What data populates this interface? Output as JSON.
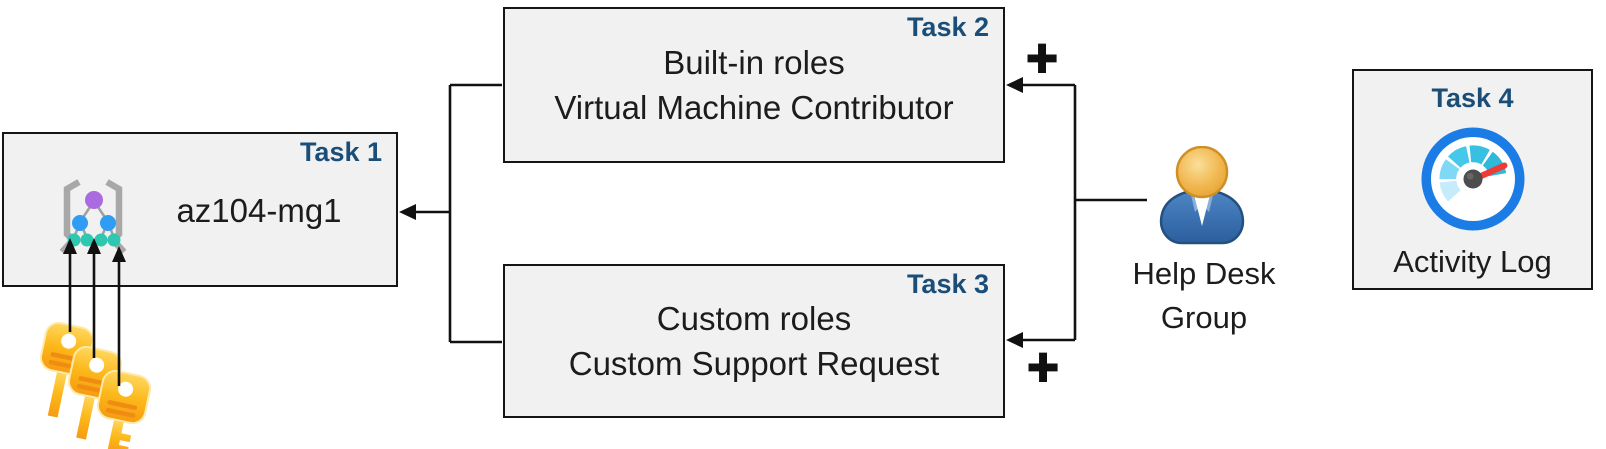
{
  "diagram": {
    "task1": {
      "label": "Task 1",
      "title": "az104-mg1"
    },
    "task2": {
      "label": "Task 2",
      "line1": "Built-in roles",
      "line2": "Virtual Machine Contributor"
    },
    "task3": {
      "label": "Task 3",
      "line1": "Custom roles",
      "line2": "Custom Support Request"
    },
    "task4": {
      "label": "Task 4",
      "title": "Activity Log"
    },
    "person": {
      "line1": "Help Desk",
      "line2": "Group"
    },
    "plus": "+",
    "colors": {
      "task_label_blue": "#1a4e79",
      "box_fill": "#f1f1f1",
      "box_border": "#151515",
      "connector_black": "#111111",
      "key_gold": "#fcb81a",
      "gauge_ring_blue": "#1c7ce5",
      "gauge_needle_red": "#ee3b36",
      "person_body_blue": "#3a71ad",
      "person_head_gold": "#eaa93c",
      "mg_node_purple": "#ab6be0",
      "mg_node_blue": "#2e9df3",
      "mg_node_teal": "#2ec8b0"
    },
    "icons": [
      "management-group-icon",
      "keys-icon",
      "person-icon",
      "activity-log-gauge-icon"
    ]
  }
}
